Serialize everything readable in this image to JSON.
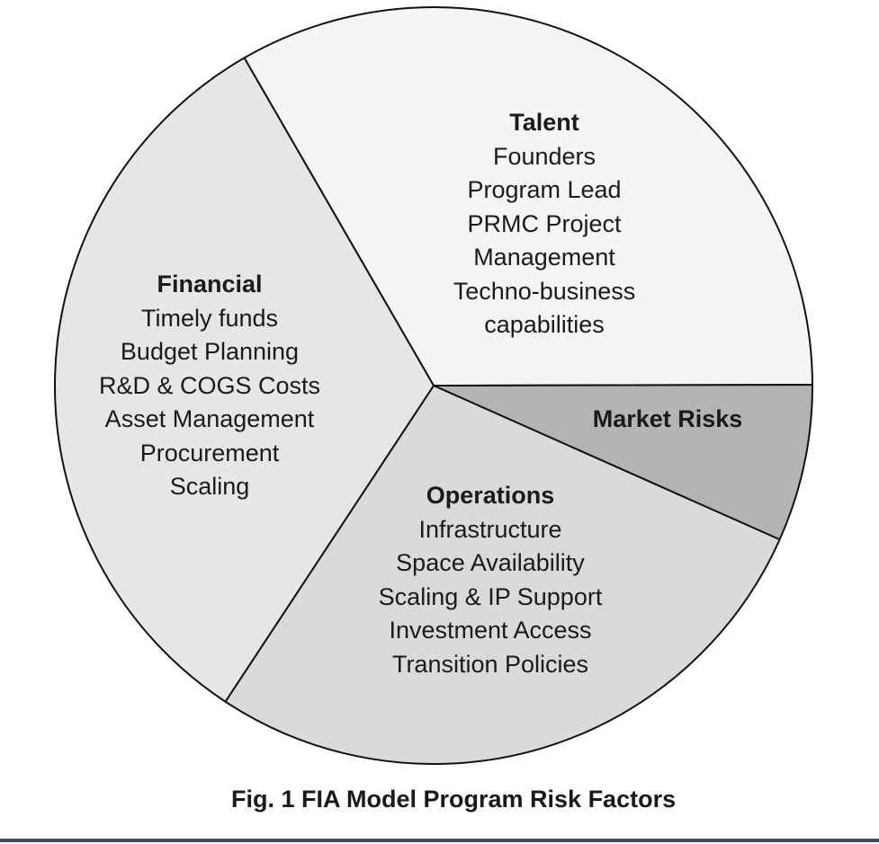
{
  "chart_data": {
    "type": "pie",
    "title": "Fig. 1 FIA Model Program Risk Factors",
    "slices": [
      {
        "key": "talent",
        "name": "Talent",
        "items": [
          "Founders",
          "Program Lead",
          "PRMC Project",
          "Management",
          "Techno-business",
          "capabilities"
        ],
        "value": 33.3,
        "color": "#f5f5f5"
      },
      {
        "key": "market",
        "name": "Market Risks",
        "items": [],
        "value": 6.7,
        "color": "#b4b4b4"
      },
      {
        "key": "operations",
        "name": "Operations",
        "items": [
          "Infrastructure",
          "Space Availability",
          "Scaling & IP Support",
          "Investment Access",
          "Transition Policies"
        ],
        "value": 27.6,
        "color": "#dadada"
      },
      {
        "key": "financial",
        "name": "Financial",
        "items": [
          "Timely funds",
          "Budget Planning",
          "R&D & COGS Costs",
          "Asset Management",
          "Procurement",
          "Scaling"
        ],
        "value": 32.4,
        "color": "#e6e6e6"
      }
    ]
  },
  "caption": "Fig. 1 FIA Model Program Risk Factors"
}
